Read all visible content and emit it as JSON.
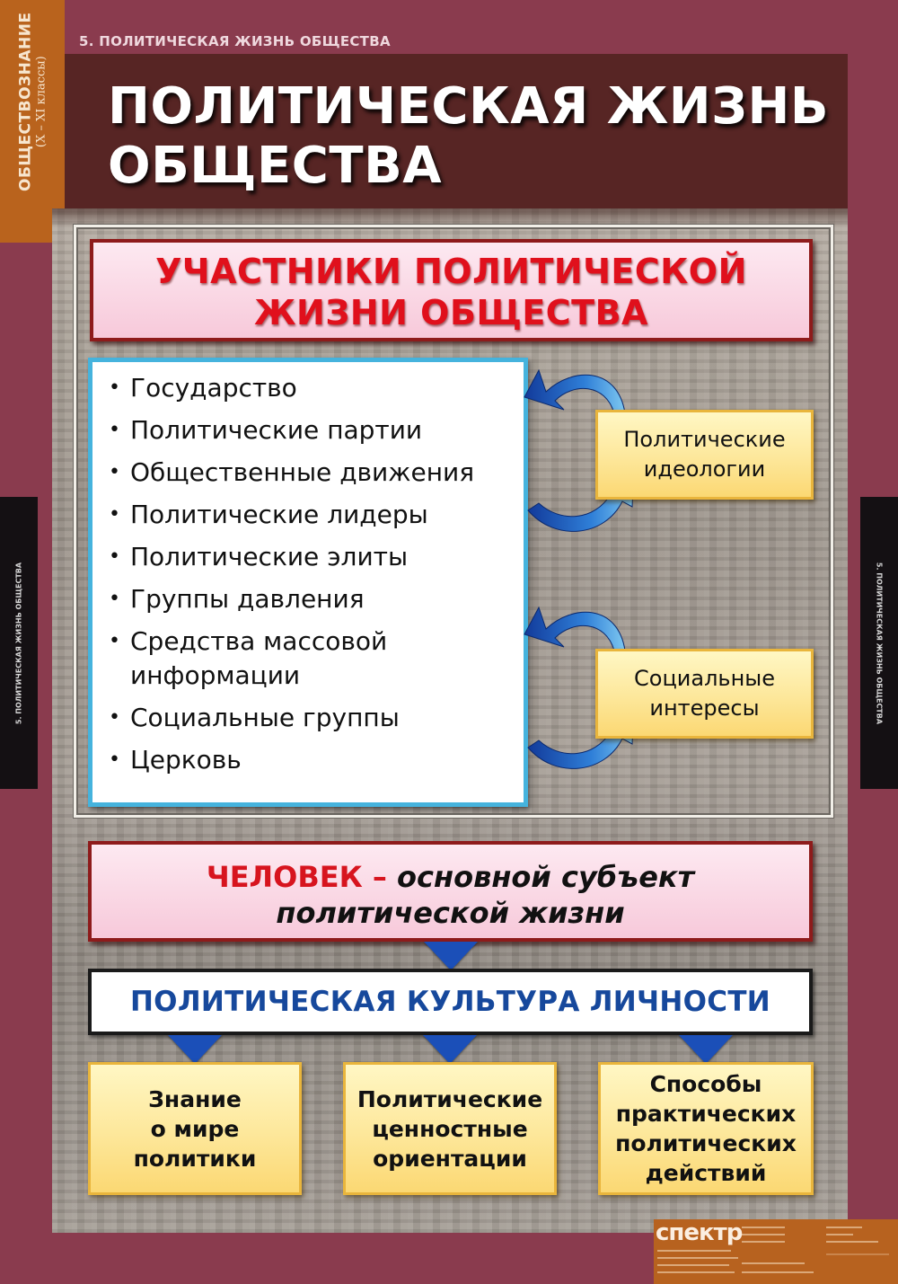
{
  "subject_tab": {
    "subject": "ОБЩЕСТВОЗНАНИЕ",
    "grades": "(X – XI классы)"
  },
  "section_label": "5. ПОЛИТИЧЕСКАЯ ЖИЗНЬ ОБЩЕСТВА",
  "side_band_text": "5. ПОЛИТИЧЕСКАЯ ЖИЗНЬ ОБЩЕСТВА",
  "title": {
    "line1": "ПОЛИТИЧЕСКАЯ ЖИЗНЬ",
    "line2": "ОБЩЕСТВА"
  },
  "participants": {
    "heading_line1": "УЧАСТНИКИ ПОЛИТИЧЕСКОЙ",
    "heading_line2": "ЖИЗНИ ОБЩЕСТВА",
    "items": [
      "Государство",
      "Политические партии",
      "Общественные движения",
      "Политические лидеры",
      "Политические элиты",
      "Группы давления",
      "Средства массовой информации",
      "Социальные группы",
      "Церковь"
    ],
    "factors": [
      {
        "line1": "Политические",
        "line2": "идеологии"
      },
      {
        "line1": "Социальные",
        "line2": "интересы"
      }
    ]
  },
  "person": {
    "subject_word": "ЧЕЛОВЕК",
    "dash": "–",
    "line1_rest": "основной субъект",
    "line2": "политической жизни"
  },
  "culture": {
    "heading": "ПОЛИТИЧЕСКАЯ КУЛЬТУРА ЛИЧНОСТИ",
    "components": [
      {
        "lines": [
          "Знание",
          "о мире",
          "политики"
        ]
      },
      {
        "lines": [
          "Политические",
          "ценностные",
          "ориентации"
        ]
      },
      {
        "lines": [
          "Способы",
          "практических",
          "политических",
          "действий"
        ]
      }
    ]
  },
  "imprint": {
    "publisher_logo": "спектр"
  },
  "colors": {
    "background_maroon": "#8a3b4e",
    "title_band": "#572524",
    "subject_tab_orange": "#b9631d",
    "heading_red": "#e0101c",
    "list_border_blue": "#45b3dd",
    "culture_blue": "#16489c",
    "arrow_blue": "#1b4fb8",
    "yellow_box": "#fde79a"
  }
}
